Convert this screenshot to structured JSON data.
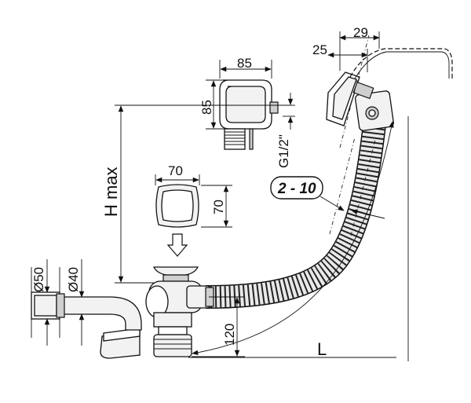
{
  "dimensions": {
    "overflow_width": "85",
    "overflow_height": "85",
    "cap_width": "70",
    "cap_height": "70",
    "outlet_d50": "Ø50",
    "outlet_d40": "Ø40",
    "trap_height": "120",
    "h_max": "H max",
    "length": "L",
    "thread": "G1/2\"",
    "cable_29": "29",
    "cable_25": "25",
    "wall_range": "2 - 10"
  }
}
